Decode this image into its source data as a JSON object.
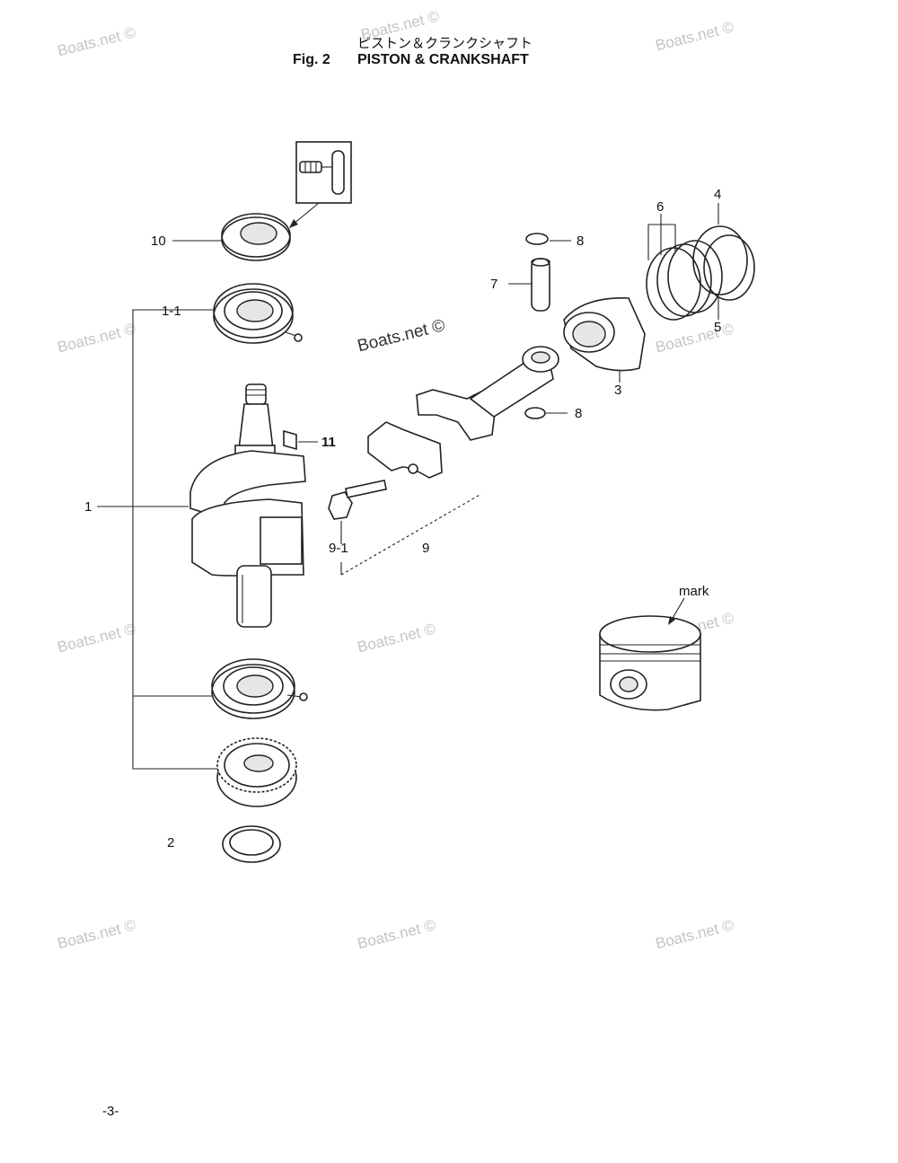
{
  "header": {
    "title_jp": "ピストン＆クランクシャフト",
    "fig_label": "Fig. 2",
    "title_en": "PISTON & CRANKSHAFT"
  },
  "watermarks": [
    {
      "text": "Boats.net ©"
    },
    {
      "text": "Boats.net ©"
    },
    {
      "text": "Boats.net ©"
    },
    {
      "text": "Boats.net ©"
    },
    {
      "text": "Boats.net ©"
    },
    {
      "text": "Boats.net ©"
    },
    {
      "text": "Boats.net ©"
    },
    {
      "text": "Boats.net ©"
    },
    {
      "text": "Boats.net ©"
    },
    {
      "text": "Boats.net ©"
    },
    {
      "text": "Boats.net ©"
    },
    {
      "text": "Boats.net ©"
    }
  ],
  "callouts": {
    "part_1": "1",
    "part_1_1": "1-1",
    "part_2": "2",
    "part_3": "3",
    "part_4": "4",
    "part_5": "5",
    "part_6": "6",
    "part_7": "7",
    "part_8_top": "8",
    "part_8_bottom": "8",
    "part_9": "9",
    "part_9_1": "9-1",
    "part_10": "10",
    "part_11": "11",
    "mark": "mark"
  },
  "footer": {
    "page_number": "-3-"
  }
}
